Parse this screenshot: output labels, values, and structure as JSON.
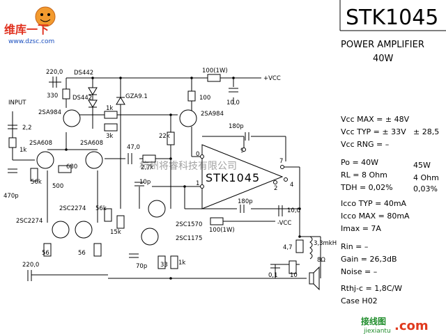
{
  "header": {
    "logo_text": "维库一下",
    "logo_url_text": "www.dzsc.com",
    "part_number": "STK1045",
    "subtitle": "POWER AMPLIFIER",
    "power": "40W"
  },
  "chip_label": "STK1045",
  "watermark_cn": "杭州将睿科技有限公司",
  "footer_logo": {
    "cn": "接线图",
    "site": "jiexiantu",
    "tld": ".com"
  },
  "pins": {
    "p0": "0",
    "p9": "9",
    "p1": "1",
    "p2": "2",
    "p7": "7",
    "p4": "4"
  },
  "supplies": {
    "pos": "+VCC",
    "neg": "-VCC"
  },
  "components": {
    "c220_top": "220,0",
    "r330": "330",
    "ds442_a": "DS442",
    "ds442_b": "DS442",
    "gza": "GZA9.1",
    "r100_1w_top": "100(1W)",
    "c10_top": "10,0",
    "r100": "100",
    "r1k_mid": "1k",
    "r3k": "3k",
    "q2sa984_l": "2SA984",
    "q2sa984_r": "2SA984",
    "input": "INPUT",
    "c2_2": "2,2",
    "r1k_in": "1k",
    "q2sa608_l": "2SA608",
    "q2sa608_r": "2SA608",
    "r22k": "22k",
    "c180p_top": "180p",
    "c47": "47,0",
    "r2_7k": "2,7k",
    "r680": "680",
    "r500": "500",
    "r56k_l": "56k",
    "c470p": "470p",
    "c10p": "10p",
    "r56k_mid": "56k",
    "q2sc2274_a": "2SC2274",
    "q2sc2274_b": "2SC2274",
    "r15k": "15k",
    "c180p_bot": "180p",
    "c10_bot": "10,0",
    "q2sc1570": "2SC1570",
    "q2sc1175": "2SC1175",
    "r100_1w_bot": "100(1W)",
    "r56_a": "56",
    "r56_b": "56",
    "c220_bot": "220,0",
    "c70p": "70p",
    "r33": "33",
    "r1k_bot": "1k",
    "r4_7": "4,7",
    "l3_3": "3,3mkH",
    "r8ohm": "8Ω",
    "c0_1": "0,1",
    "r10": "10"
  },
  "specs": {
    "vcc_max": "Vcc MAX = ± 48V",
    "vcc_typ": "Vcc TYP = ± 33V",
    "vcc_typ_alt": "± 28,5",
    "vcc_rng": "Vcc RNG =  –",
    "po": "Po  = 40W",
    "po_alt": "45W",
    "rl": "RL  = 8 Ohm",
    "rl_alt": "4 Ohm",
    "tdh": "TDH = 0,02%",
    "tdh_alt": "0,03%",
    "icco_typ": "Icco TYP = 40mA",
    "icco_max": "Icco MAX = 80mA",
    "imax": "Imax  =   7A",
    "rin": "Rin  =  –",
    "gain": "Gain  = 26,3dB",
    "noise": "Noise =  –",
    "rthj": "Rthj-c = 1,8C/W",
    "case": "Case      H02"
  }
}
